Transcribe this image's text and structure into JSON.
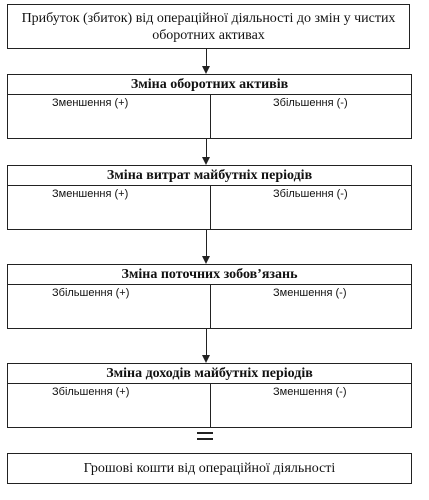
{
  "start": {
    "text": "Прибуток (збиток) від операційної діяльності до змін у чистих оборотних активах"
  },
  "blocks": [
    {
      "title": "Зміна оборотних активів",
      "left": "Зменшення (+)",
      "right": "Збільшення (-)"
    },
    {
      "title": "Зміна витрат майбутніх періодів",
      "left": "Зменшення (+)",
      "right": "Збільшення (-)"
    },
    {
      "title": "Зміна поточних зобов’язань",
      "left": "Збільшення (+)",
      "right": "Зменшення (-)"
    },
    {
      "title": "Зміна доходів майбутніх періодів",
      "left": "Збільшення (+)",
      "right": "Зменшення (-)"
    }
  ],
  "result": {
    "text": "Грошові кошти від операційної діяльності"
  }
}
